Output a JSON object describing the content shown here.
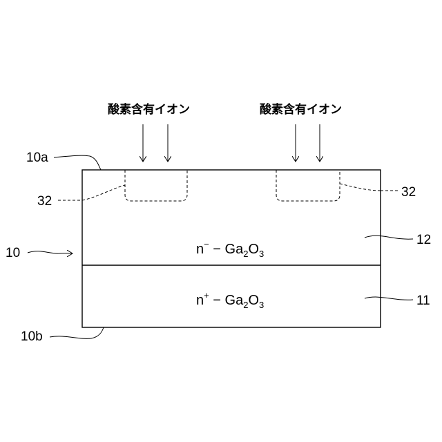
{
  "ion_labels": [
    "酸素含有イオン",
    "酸素含有イオン"
  ],
  "materials": {
    "drift_layer": {
      "prefix": "n",
      "superscript": "−",
      "dash": " − ",
      "main": "Ga",
      "sub1": "2",
      "o": "O",
      "sub2": "3"
    },
    "substrate": {
      "prefix": "n",
      "superscript": "+",
      "dash": " − ",
      "main": "Ga",
      "sub1": "2",
      "o": "O",
      "sub2": "3"
    }
  },
  "references": {
    "surface_top": "10a",
    "surface_bottom": "10b",
    "region_left": "32",
    "region_right": "32",
    "body": "10",
    "drift_layer": "12",
    "substrate": "11"
  }
}
